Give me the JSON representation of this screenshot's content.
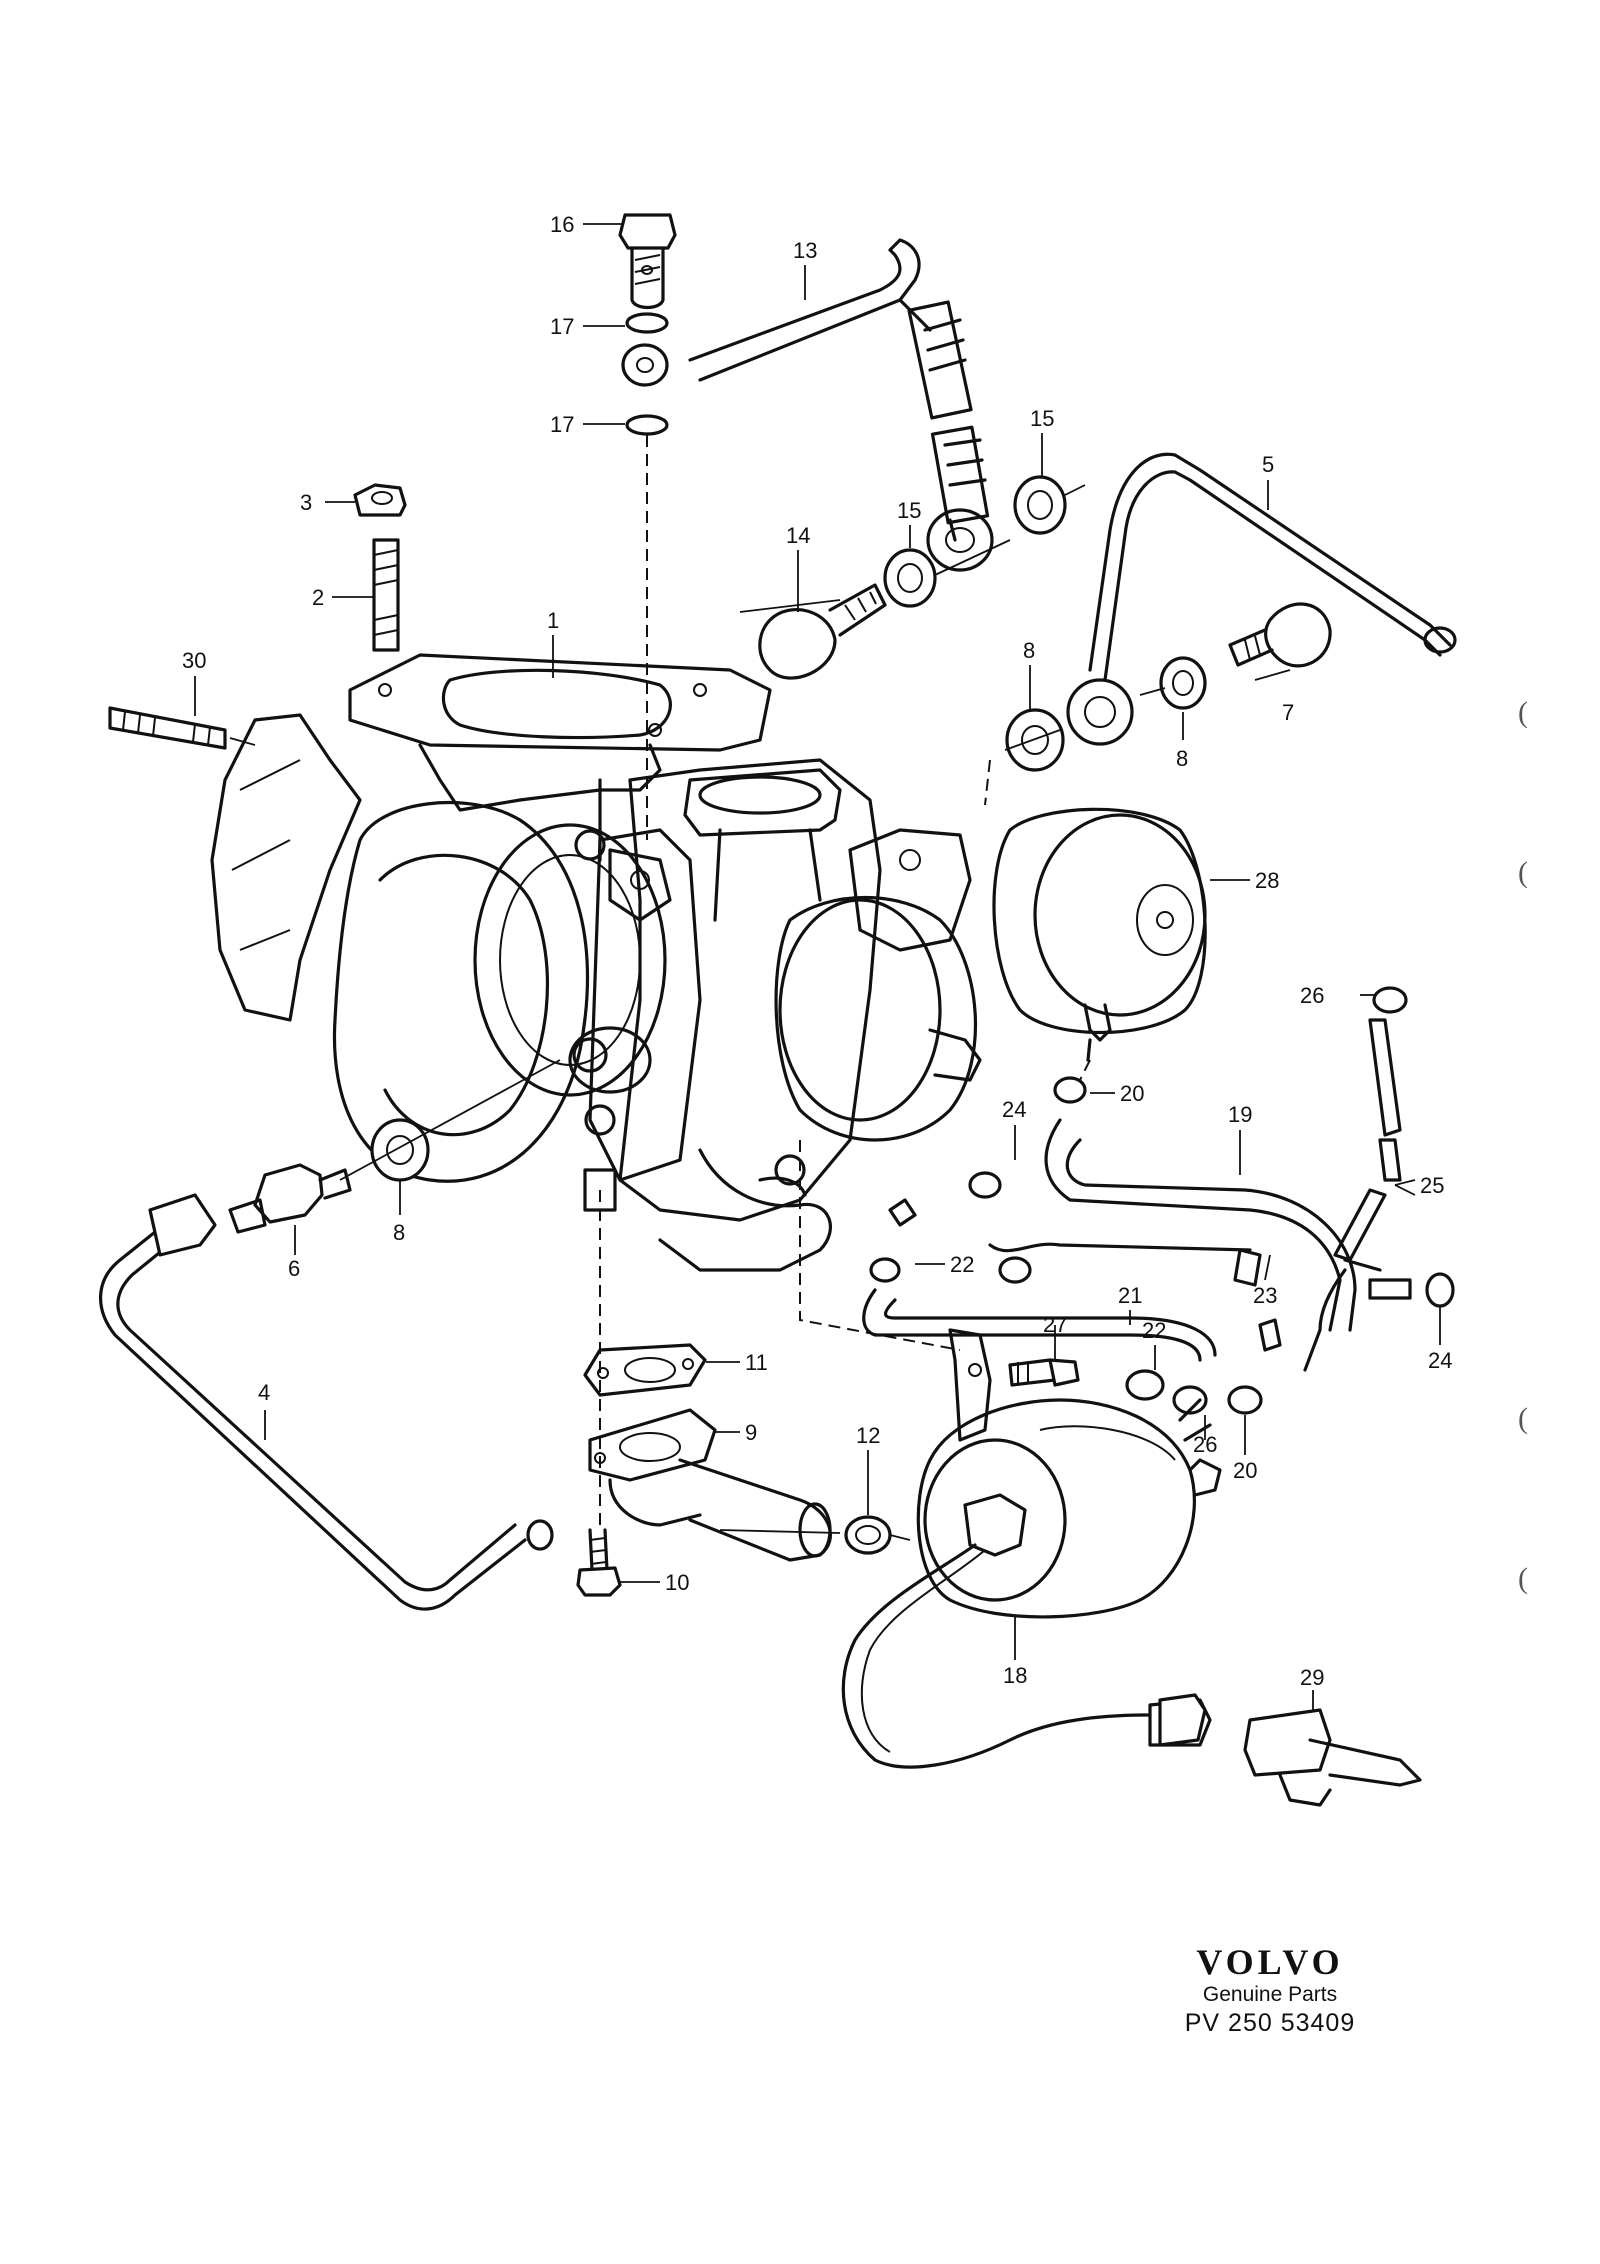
{
  "diagram": {
    "callouts": [
      {
        "id": "c1",
        "text": "1"
      },
      {
        "id": "c2",
        "text": "2"
      },
      {
        "id": "c3",
        "text": "3"
      },
      {
        "id": "c4",
        "text": "4"
      },
      {
        "id": "c5",
        "text": "5"
      },
      {
        "id": "c6",
        "text": "6"
      },
      {
        "id": "c7",
        "text": "7"
      },
      {
        "id": "c8a",
        "text": "8"
      },
      {
        "id": "c8b",
        "text": "8"
      },
      {
        "id": "c8c",
        "text": "8"
      },
      {
        "id": "c9",
        "text": "9"
      },
      {
        "id": "c10",
        "text": "10"
      },
      {
        "id": "c11",
        "text": "11"
      },
      {
        "id": "c12",
        "text": "12"
      },
      {
        "id": "c13",
        "text": "13"
      },
      {
        "id": "c14",
        "text": "14"
      },
      {
        "id": "c15a",
        "text": "15"
      },
      {
        "id": "c15b",
        "text": "15"
      },
      {
        "id": "c16",
        "text": "16"
      },
      {
        "id": "c17a",
        "text": "17"
      },
      {
        "id": "c17b",
        "text": "17"
      },
      {
        "id": "c18",
        "text": "18"
      },
      {
        "id": "c19",
        "text": "19"
      },
      {
        "id": "c20a",
        "text": "20"
      },
      {
        "id": "c20b",
        "text": "20"
      },
      {
        "id": "c21",
        "text": "21"
      },
      {
        "id": "c22a",
        "text": "22"
      },
      {
        "id": "c22b",
        "text": "22"
      },
      {
        "id": "c23",
        "text": "23"
      },
      {
        "id": "c24a",
        "text": "24"
      },
      {
        "id": "c24b",
        "text": "24"
      },
      {
        "id": "c25",
        "text": "25"
      },
      {
        "id": "c26a",
        "text": "26"
      },
      {
        "id": "c26b",
        "text": "26"
      },
      {
        "id": "c27",
        "text": "27"
      },
      {
        "id": "c28",
        "text": "28"
      },
      {
        "id": "c29",
        "text": "29"
      },
      {
        "id": "c30",
        "text": "30"
      }
    ],
    "margin_marks": [
      "(",
      "(",
      "(",
      "("
    ]
  },
  "brand": {
    "logo_text": "VOLVO",
    "subtitle": "Genuine Parts",
    "code": "PV 250 53409"
  }
}
